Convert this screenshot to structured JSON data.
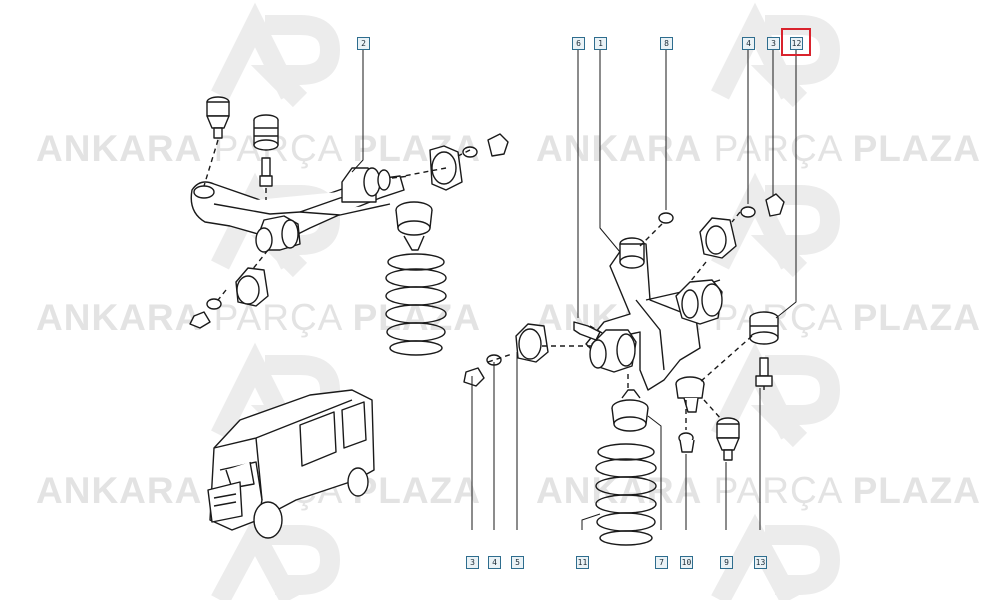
{
  "watermark": {
    "brand_bold": "ANKARA",
    "brand_thin": "PARÇA",
    "brand_bold2": "PLAZA"
  },
  "callouts": {
    "top": [
      "2",
      "6",
      "1",
      "8",
      "4",
      "3",
      "12"
    ],
    "bottom": [
      "3",
      "4",
      "5",
      "11",
      "7",
      "10",
      "9",
      "13"
    ]
  },
  "highlighted_callout": "12",
  "colors": {
    "line": "#1a1a1a",
    "tag_border": "#2e6d8e",
    "highlight": "#d9232d",
    "watermark": "#e3e3e3"
  }
}
